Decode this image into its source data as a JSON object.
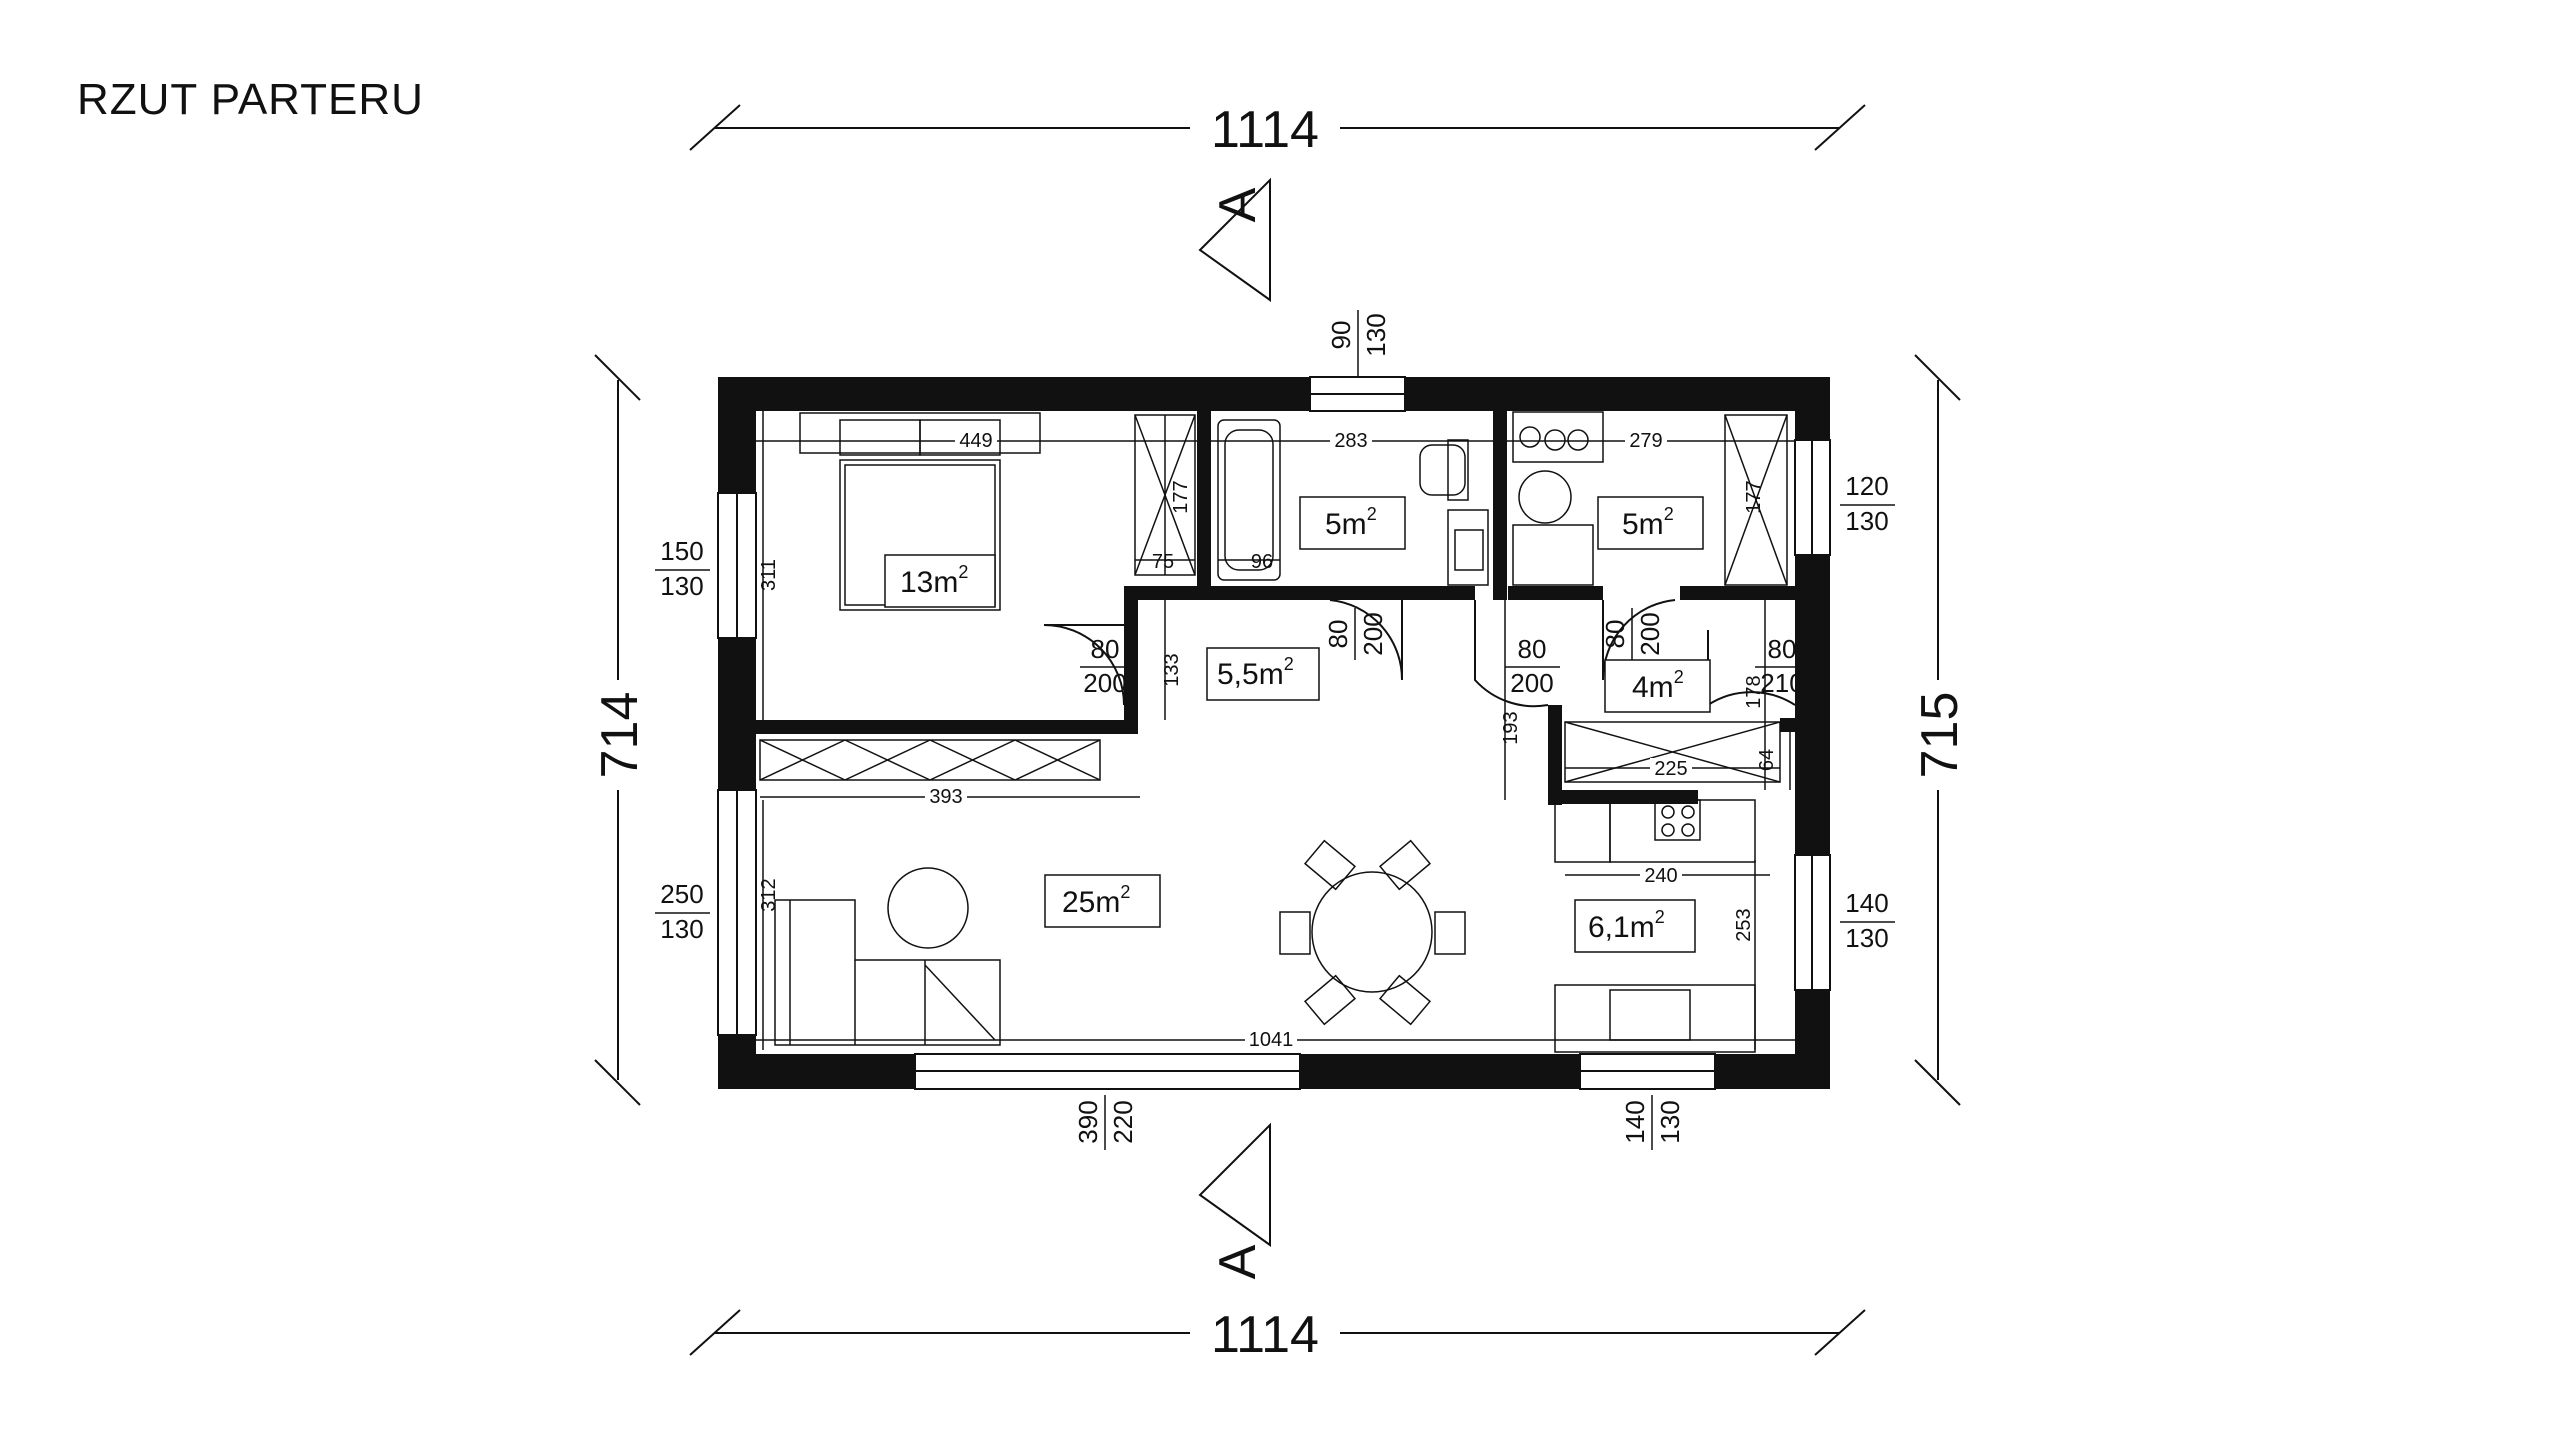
{
  "title": "RZUT PARTERU",
  "overall": {
    "top": "1114",
    "bottom": "1114",
    "left": "714",
    "right": "715"
  },
  "section": {
    "top": "A",
    "bottom": "A"
  },
  "rooms": {
    "bedroom": {
      "value": "13m",
      "exp": "2"
    },
    "bathroom": {
      "value": "5m",
      "exp": "2"
    },
    "utility": {
      "value": "5m",
      "exp": "2"
    },
    "hall": {
      "value": "5,5m",
      "exp": "2"
    },
    "closet": {
      "value": "4m",
      "exp": "2"
    },
    "living": {
      "value": "25m",
      "exp": "2"
    },
    "kitchen": {
      "value": "6,1m",
      "exp": "2"
    }
  },
  "openings": {
    "bathroom_window": {
      "w": "90",
      "h": "130"
    },
    "utility_window": {
      "w": "120",
      "h": "130"
    },
    "bedroom_window": {
      "w": "150",
      "h": "130"
    },
    "living_window": {
      "w": "250",
      "h": "130"
    },
    "kitchen_window": {
      "w": "140",
      "h": "130"
    },
    "terrace_door": {
      "w": "390",
      "h": "220"
    },
    "kitchen_bottom_window": {
      "w": "140",
      "h": "130"
    },
    "bedroom_door": {
      "w": "80",
      "h": "200"
    },
    "bathroom_door": {
      "w": "80",
      "h": "200"
    },
    "hall_door": {
      "w": "80",
      "h": "200"
    },
    "utility_door": {
      "w": "80",
      "h": "200"
    },
    "entrance_door": {
      "w": "80",
      "h": "210"
    }
  },
  "dims": {
    "bedroom_width": "449",
    "bedroom_height": "311",
    "wardrobe_height": "177",
    "wardrobe_depth": "75",
    "bathroom_width": "283",
    "bath_width": "96",
    "utility_width": "279",
    "utility_cabinet": "177",
    "hall_depth": "133",
    "hall_height": "193",
    "closet_depth": "178",
    "closet_width": "225",
    "closet_small": "64",
    "living_cabinet": "393",
    "living_height": "312",
    "kitchen_width": "240",
    "kitchen_height": "253",
    "bottom_length": "1041"
  }
}
